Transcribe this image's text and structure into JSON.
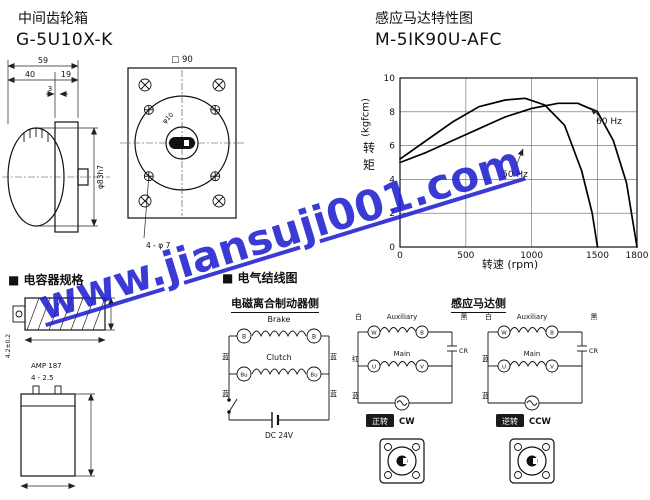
{
  "watermark": {
    "text": "www.jiansuji001.com",
    "color": "#1f1fd0"
  },
  "gearbox": {
    "title": "中间齿轮箱",
    "model": "G-5U10X-K",
    "side_view": {
      "dim_total": "59",
      "dim_body": "40",
      "dim_flange": "19",
      "dim_plate": "3",
      "dim_diameter": "φ83h7"
    },
    "front_view": {
      "dim_square": "□ 90",
      "dim_center": "φ10",
      "dim_holes": "4 - φ 7"
    }
  },
  "motor": {
    "title": "感应马达特性图",
    "model": "M-5IK90U-AFC"
  },
  "chart": {
    "y_unit": "(kgfcm)",
    "y_label": "转 矩",
    "x_label": "转速 (rpm)",
    "label_60hz": "60 Hz",
    "label_50hz": "50 Hz"
  },
  "chart_data": {
    "type": "line",
    "title": "M-5IK90U-AFC 感应马达特性图",
    "xlabel": "转速 (rpm)",
    "ylabel": "转矩 (kgfcm)",
    "xlim": [
      0,
      1800
    ],
    "ylim": [
      0,
      10
    ],
    "xticks": [
      0,
      500,
      1000,
      1500,
      1800
    ],
    "yticks": [
      0,
      2,
      4,
      6,
      8,
      10
    ],
    "grid": true,
    "legend_position": "on-curve",
    "series": [
      {
        "name": "50 Hz",
        "x": [
          0,
          200,
          400,
          600,
          800,
          950,
          1100,
          1250,
          1380,
          1460,
          1500
        ],
        "y": [
          5.2,
          6.3,
          7.4,
          8.3,
          8.7,
          8.8,
          8.4,
          7.2,
          4.5,
          2.0,
          0
        ]
      },
      {
        "name": "60 Hz",
        "x": [
          0,
          200,
          400,
          600,
          800,
          1000,
          1200,
          1350,
          1500,
          1620,
          1720,
          1800
        ],
        "y": [
          5.0,
          5.6,
          6.3,
          7.0,
          7.7,
          8.2,
          8.5,
          8.5,
          8.0,
          6.3,
          3.8,
          0
        ]
      }
    ]
  },
  "capacitor": {
    "header": "■ 电容器规格",
    "dim_pitch": "4.2±0.2",
    "terminal_type": "AMP 187",
    "dim_holes": "4 - 2.5"
  },
  "wiring": {
    "header": "■ 电气结线图",
    "clutch_side_title": "电磁离合制动器侧",
    "motor_side_title": "感应马达侧",
    "clutch": {
      "brake_label": "Brake",
      "clutch_label": "Clutch",
      "terminal_brake": "B",
      "terminal_clutch": "Bu",
      "wire_tl": "蓝",
      "wire_tr": "蓝",
      "wire_bl": "蓝",
      "wire_br": "蓝",
      "supply": "DC 24V"
    },
    "motors": [
      {
        "wire_left": "白",
        "winding_aux": "Auxiliary",
        "wire_right": "黑",
        "terminal_aux": "W",
        "terminal_com": "B",
        "winding_main": "Main",
        "capacitor": "CR",
        "terminal_m1": "U",
        "terminal_m2": "V",
        "wire_main": "红",
        "wire_source": "蓝",
        "rotation": "正转",
        "direction": "CW"
      },
      {
        "wire_left": "白",
        "winding_aux": "Auxiliary",
        "wire_right": "黑",
        "terminal_aux": "W",
        "terminal_com": "B",
        "winding_main": "Main",
        "capacitor": "CR",
        "terminal_m1": "U",
        "terminal_m2": "V",
        "wire_main": "蓝",
        "wire_source": "蓝",
        "rotation": "逆转",
        "direction": "CCW"
      }
    ]
  }
}
